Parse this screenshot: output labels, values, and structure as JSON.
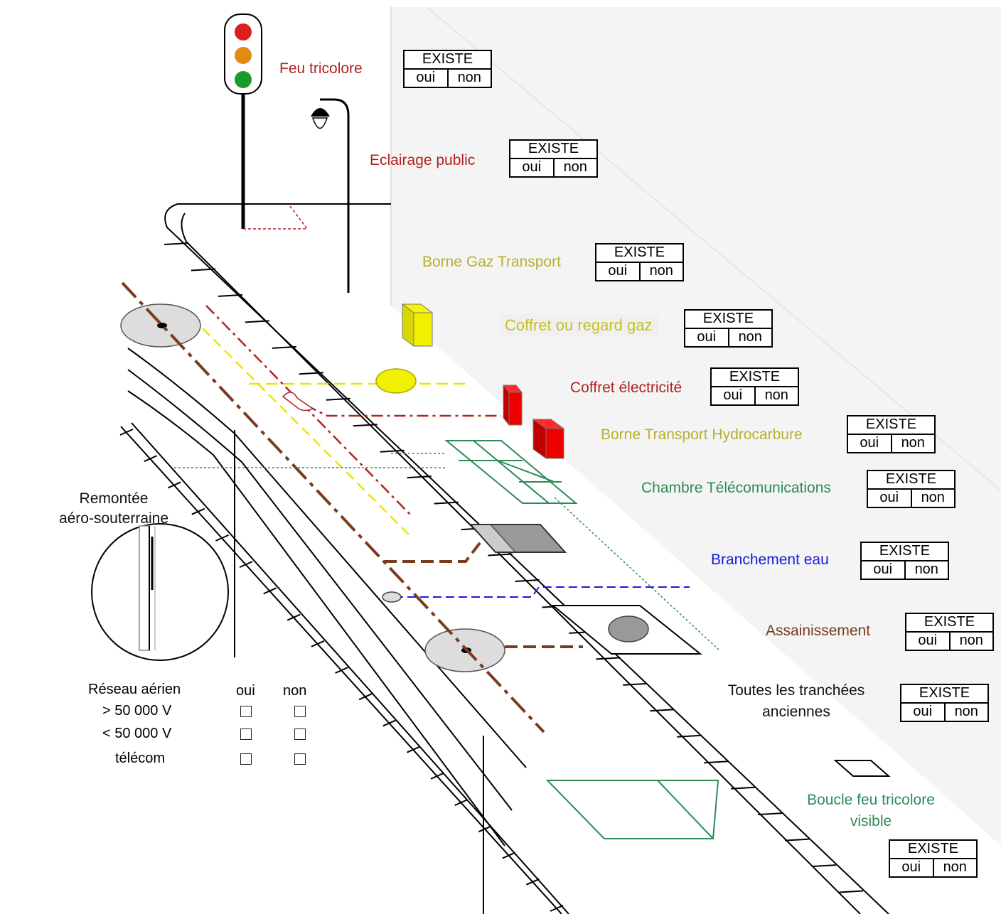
{
  "colors": {
    "red": "#b22222",
    "olive": "#b8b030",
    "green": "#2e8b57",
    "blue": "#1a1adb",
    "brown": "#7a3b1e",
    "black": "#111111"
  },
  "labels": {
    "feu_tricolore": "Feu tricolore",
    "eclairage_public": "Eclairage public",
    "borne_gaz_transport": "Borne Gaz Transport",
    "coffret_regard_gaz": "Coffret ou regard gaz",
    "coffret_electricite": "Coffret électricité",
    "borne_transport_hydrocarbure": "Borne Transport Hydrocarbure",
    "chambre_telecom": "Chambre Télécomunications",
    "branchement_eau": "Branchement eau",
    "assainissement": "Assainissement",
    "tranchees_line1": "Toutes les tranchées",
    "tranchees_line2": "anciennes",
    "boucle_line1": "Boucle feu tricolore",
    "boucle_line2": "visible",
    "remontee_line1": "Remontée",
    "remontee_line2": "aéro-souterraine"
  },
  "existe_box": {
    "header": "EXISTE",
    "yes": "oui",
    "no": "non"
  },
  "reseau_aerien": {
    "title": "Réseau aérien",
    "col_yes": "oui",
    "col_no": "non",
    "rows": [
      "> 50 000 V",
      "< 50 000 V",
      "télécom"
    ]
  }
}
